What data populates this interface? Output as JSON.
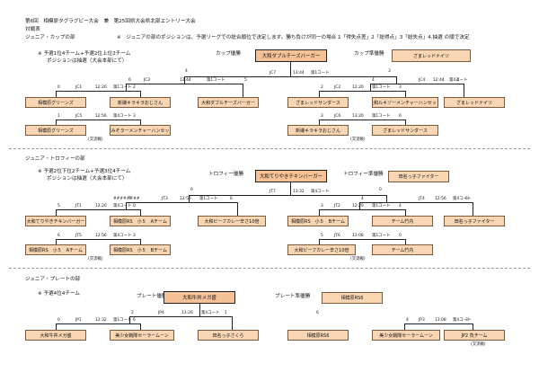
{
  "header": {
    "title_line": "第6回　相模原タグラグビー大会　兼　第25回県大会県北部エントリー大会",
    "subtitle": "対戦表",
    "section_label": "ジュニア・カップの部",
    "note": "※　ジュニアの部のポジションは、予選リーグでの総合順位で決定します。勝ち負けが同一の場合 1「得失点差」2「総得点」3「総失点」4.抽選 の順で決定"
  },
  "cup": {
    "title": "ジュニア・カップの部",
    "rule1": "※ 予選1位4チーム+予選2位上位2チーム",
    "rule2": "ポジションは抽選（大会本部にて）",
    "champion_label": "カップ優勝",
    "runnerup_label": "カップ準優勝",
    "champion": "大和ダブルチーズバーガー",
    "runnerup": "ざまレッドナイツ",
    "final_code": "JC7",
    "final_time": "13:44",
    "final_court": "第1コート",
    "sf1_code": "JC3",
    "sf1_time": "12:44",
    "sf1_court": "第1コート",
    "sf2_code": "JC4",
    "sf2_time": "12:44",
    "sf2_court": "第4コート",
    "qf1_code": "JC1",
    "qf1_time": "12:20",
    "qf1_court": "第1コート",
    "qf2_code": "JC2",
    "qf2_time": "12:20",
    "qf2_court": "第1コート",
    "cons1_code": "JC5",
    "cons1_time": "12:56",
    "cons1_court": "第4コート",
    "cons2_code": "JC6",
    "cons2_time": "13:20",
    "cons2_court": "第1コート",
    "teams": [
      "相模原グリーンズ",
      "新磯キラキラおじさん",
      "大和ダブルチーズバーガー",
      "ざまレッドサンダース",
      "大和ルキゾーメンチャーハンセット",
      "ざまレッドナイツ"
    ],
    "cons_teams": [
      "相模原グリーンズ",
      "和みそラーメンチャーハンセット",
      "新磯キラキラおじさん",
      "ざまレッドサンダース"
    ],
    "exchange": "(交流戦)",
    "scores": [
      "0",
      "6",
      "4",
      "5",
      "4",
      "3",
      "2",
      "4",
      "2",
      "3",
      "1",
      "3",
      "3",
      "6",
      "5",
      "4",
      "2"
    ],
    "hidden_score": "########"
  },
  "trophy": {
    "title": "ジュニア・トロフィーの部",
    "rule1": "※ 予選2位下位2チーム+予選3位4チーム",
    "rule2": "ポジションは抽選（大会本部にて）",
    "champion_label": "トロフィー優勝",
    "runnerup_label": "トロフィー準優勝",
    "champion": "大和てりやきチキンバーガー",
    "runnerup": "田名っ子ファイター",
    "final_code": "JT7",
    "final_time": "13:32",
    "final_court": "第4コート",
    "sf1_code": "JT3",
    "sf1_time": "12:56",
    "sf1_court": "第1コート",
    "sf2_code": "JT4",
    "sf2_time": "12:56",
    "sf2_court": "第4コート",
    "qf1_code": "JT1",
    "qf1_time": "12:20",
    "qf1_court": "第4コート",
    "qf2_code": "JT2",
    "qf2_time": "12:20",
    "qf2_court": "第1コート",
    "cons1_code": "JT5",
    "cons1_time": "12:56",
    "cons1_court": "第4コート",
    "cons2_code": "JT6",
    "cons2_time": "13:08",
    "cons2_court": "第1コート",
    "teams": [
      "大和てりやきチキンバーガー",
      "相模原RS　小５　Aチーム",
      "大和ビーフカレー辛さ10倍",
      "相模原RS　小５　Bチーム",
      "チーム竹内",
      "田名っ子ファイター"
    ],
    "cons_teams": [
      "相模原RS　小５　Aチーム",
      "相模原RS　小５　Bチーム",
      "大和ビーフカレー辛さ10倍",
      "チーム竹内"
    ],
    "exchange": "(交流戦)",
    "scores": [
      "6",
      "7",
      "6",
      "4",
      "0",
      "6",
      "5",
      "0",
      "3",
      "4",
      "6",
      "3",
      "5",
      "0",
      "2",
      "6",
      "0",
      "0",
      "4"
    ],
    "hidden_score": "########"
  },
  "plate": {
    "title": "ジュニア・プレートの部",
    "rule1": "※ 予選4位4チーム",
    "champion_label": "プレート優勝",
    "runnerup_label": "プレート準優勝",
    "champion": "大和牛丼メガ盛",
    "runnerup": "相模原RS6",
    "p1_code": "JP1",
    "p1_time": "12:32",
    "p1_court": "第1コート",
    "p4_code": "JP4",
    "p4_time": "13:20",
    "p4_court": "第4コート",
    "p3_code": "JP3",
    "p3_time": "13:08",
    "p3_court": "第4コート",
    "teams": [
      "大和牛丼メガ盛",
      "美少女戦隊セーラームーン",
      "田名っ子さくら",
      "相模原RS6",
      "美少女戦隊セーラームーン",
      "JP2 負チーム"
    ],
    "exchange": "(交流戦)",
    "scores": [
      "0",
      "6",
      "2",
      "1",
      "6",
      "4",
      "3",
      "1",
      "3",
      "1",
      "3",
      "7"
    ]
  }
}
